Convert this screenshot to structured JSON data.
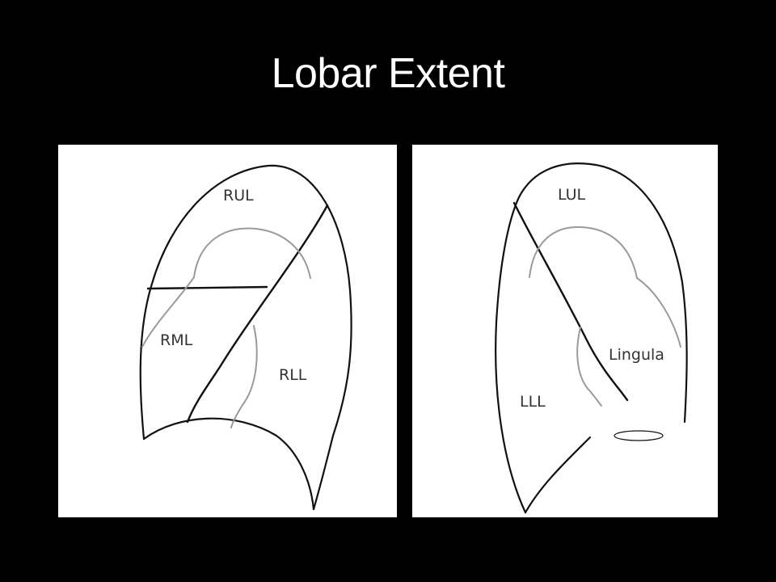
{
  "slide": {
    "title": "Lobar Extent"
  },
  "right_lung": {
    "labels": {
      "upper": "RUL",
      "middle": "RML",
      "lower": "RLL"
    }
  },
  "left_lung": {
    "labels": {
      "upper": "LUL",
      "lingula": "Lingula",
      "lower": "LLL"
    }
  },
  "colors": {
    "background": "#000000",
    "panel": "#ffffff",
    "outline": "#111111",
    "vessel": "#9a9a9a",
    "title_text": "#ffffff"
  }
}
